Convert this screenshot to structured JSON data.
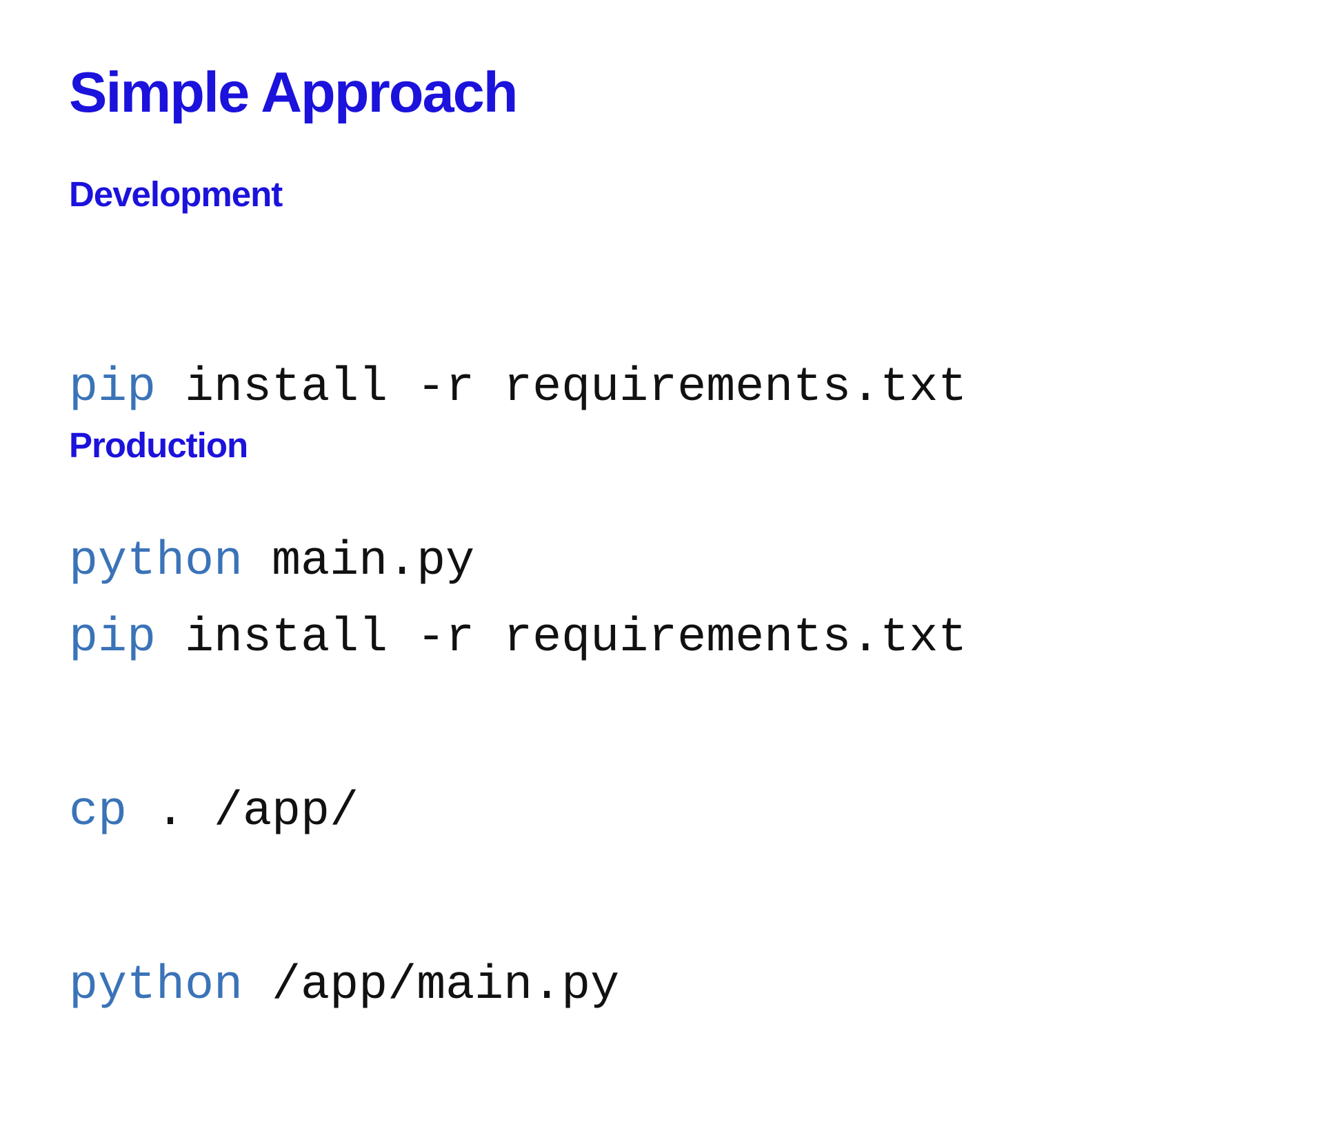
{
  "title": "Simple Approach",
  "colors": {
    "heading": "#1b12dc",
    "command": "#3a73b8",
    "text": "#111111",
    "background": "#ffffff"
  },
  "sections": [
    {
      "heading": "Development",
      "lines": [
        {
          "command": "pip",
          "args": " install -r requirements.txt"
        },
        {
          "command": "python",
          "args": " main.py"
        }
      ]
    },
    {
      "heading": "Production",
      "lines": [
        {
          "command": "pip",
          "args": " install -r requirements.txt"
        },
        {
          "command": "cp",
          "args": " . /app/"
        },
        {
          "command": "python",
          "args": " /app/main.py"
        }
      ]
    }
  ]
}
